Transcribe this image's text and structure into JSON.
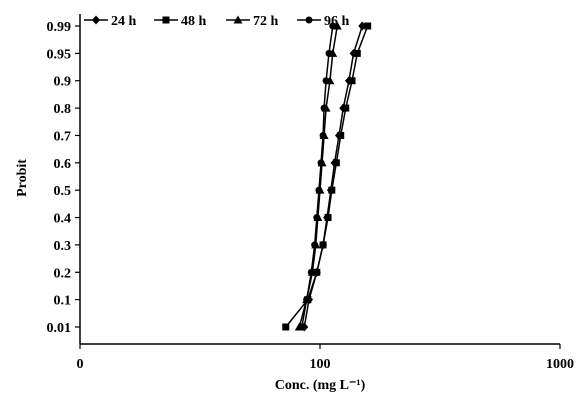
{
  "chart_data": {
    "type": "line",
    "xlabel": "Conc. (mg L⁻¹)",
    "ylabel": "Probit",
    "x_scale": "log",
    "xlim": [
      10,
      1000
    ],
    "x_ticks": [
      10,
      100,
      1000
    ],
    "x_tick_labels": [
      "0",
      "100",
      "1000"
    ],
    "y_categories": [
      "0.01",
      "0.1",
      "0.2",
      "0.3",
      "0.4",
      "0.5",
      "0.6",
      "0.7",
      "0.8",
      "0.9",
      "0.95",
      "0.99"
    ],
    "legend_position": "top-left",
    "grid": false,
    "series": [
      {
        "name": "24 h",
        "marker": "diamond",
        "x": [
          86,
          90,
          97,
          103,
          107,
          111,
          115,
          120,
          125,
          132,
          138,
          150
        ],
        "y": [
          "0.01",
          "0.1",
          "0.2",
          "0.3",
          "0.4",
          "0.5",
          "0.6",
          "0.7",
          "0.8",
          "0.9",
          "0.95",
          "0.99"
        ]
      },
      {
        "name": "48 h",
        "marker": "square",
        "x": [
          72,
          89,
          97,
          103,
          108,
          112,
          117,
          122,
          128,
          136,
          143,
          158
        ],
        "y": [
          "0.01",
          "0.1",
          "0.2",
          "0.3",
          "0.4",
          "0.5",
          "0.6",
          "0.7",
          "0.8",
          "0.9",
          "0.95",
          "0.99"
        ]
      },
      {
        "name": "72 h",
        "marker": "triangle",
        "x": [
          82,
          88,
          93,
          96,
          98,
          100,
          102,
          104,
          106,
          110,
          113,
          118
        ],
        "y": [
          "0.01",
          "0.1",
          "0.2",
          "0.3",
          "0.4",
          "0.5",
          "0.6",
          "0.7",
          "0.8",
          "0.9",
          "0.95",
          "0.99"
        ]
      },
      {
        "name": "96 h",
        "marker": "circle",
        "x": [
          84,
          88,
          92,
          95,
          97,
          99,
          101,
          103,
          104,
          106,
          109,
          113
        ],
        "y": [
          "0.01",
          "0.1",
          "0.2",
          "0.3",
          "0.4",
          "0.5",
          "0.6",
          "0.7",
          "0.8",
          "0.9",
          "0.95",
          "0.99"
        ]
      }
    ]
  }
}
